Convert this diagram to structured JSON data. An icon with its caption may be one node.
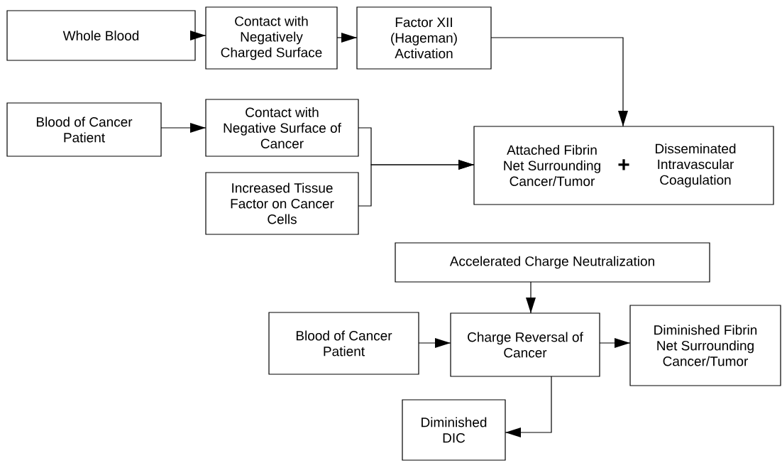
{
  "diagram": {
    "nodes": [
      {
        "text": [
          "Whole Blood"
        ]
      },
      {
        "text": [
          "Contact with Negatively Charged Surface"
        ]
      },
      {
        "text": [
          "Factor XII (Hageman) Activation"
        ]
      },
      {
        "text": [
          "Blood of Cancer Patient"
        ]
      },
      {
        "text": [
          "Contact with Negative Surface of Cancer"
        ]
      },
      {
        "text": [
          "Increased Tissue Factor on Cancer Cells"
        ]
      },
      {
        "text": [
          "Attached Fibrin Net Surrounding Cancer/Tumor",
          "+",
          "Disseminated Intravascular Coagulation"
        ]
      },
      {
        "text": [
          "Accelerated Charge Neutralization"
        ]
      },
      {
        "text": [
          "Blood of Cancer Patient"
        ]
      },
      {
        "text": [
          "Charge Reversal of Cancer"
        ]
      },
      {
        "text": [
          "Diminished Fibrin Net Surrounding Cancer/Tumor"
        ]
      },
      {
        "text": [
          "Diminished DIC"
        ]
      }
    ],
    "edges": [
      {
        "from": 0,
        "to": 1,
        "arrow": "to"
      },
      {
        "from": 1,
        "to": 2,
        "arrow": "to"
      },
      {
        "from": 2,
        "to": 6,
        "arrow": "to"
      },
      {
        "from": 3,
        "to": 4,
        "arrow": "to"
      },
      {
        "from": 4,
        "to": 6,
        "arrow": "to"
      },
      {
        "from": 5,
        "to": 6,
        "arrow": "to"
      },
      {
        "from": 7,
        "to": 9,
        "arrow": "to"
      },
      {
        "from": 8,
        "to": 9,
        "arrow": "to"
      },
      {
        "from": 9,
        "to": 10,
        "arrow": "to"
      },
      {
        "from": 9,
        "to": 11,
        "arrow": "to"
      }
    ]
  }
}
